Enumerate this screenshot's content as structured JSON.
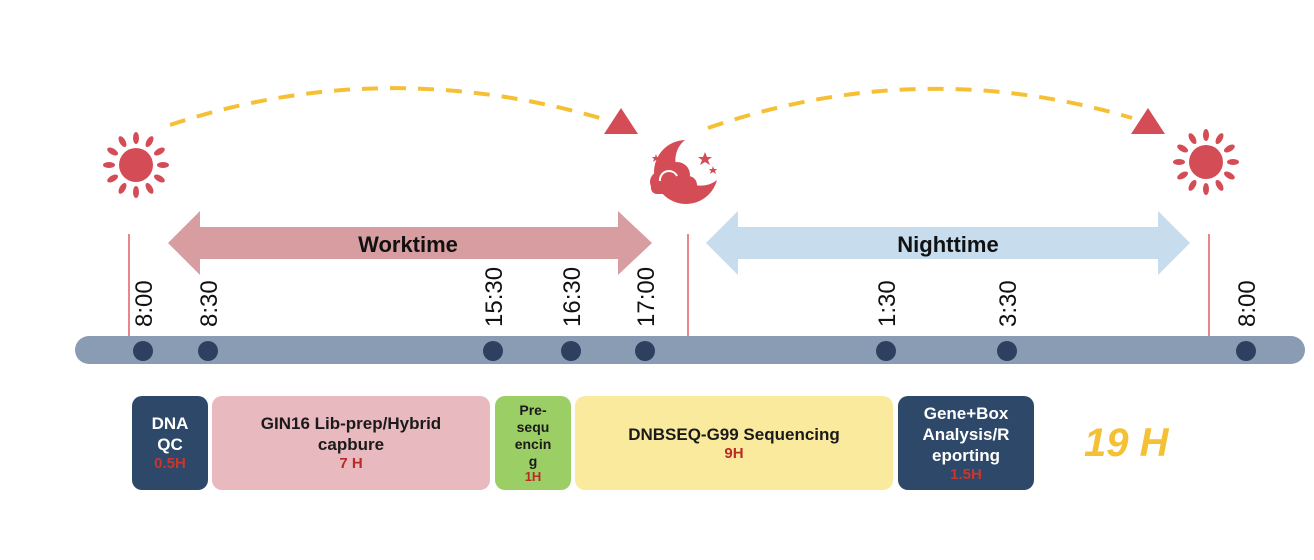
{
  "bands": {
    "worktime": {
      "label": "Worktime",
      "color": "#d89da1"
    },
    "nighttime": {
      "label": "Nighttime",
      "color": "#c7dcec"
    }
  },
  "timeline": {
    "axis_color": "#8a9bb4",
    "dot_color": "#2d4060",
    "marker_color": "#e5878b",
    "times": [
      "8:00",
      "8:30",
      "15:30",
      "16:30",
      "17:00",
      "1:30",
      "3:30",
      "8:00"
    ]
  },
  "icons": {
    "left": "sun-icon",
    "middle": "moon-cloud-icon",
    "right": "sun-icon",
    "color": "#d44d56",
    "arc_color": "#f5c034"
  },
  "steps": [
    {
      "label": "DNA QC",
      "lines": [
        "DNA",
        "QC"
      ],
      "duration": "0.5H",
      "bg": "#2d4868",
      "text_color": "#ffffff",
      "dur_color": "#c8362e"
    },
    {
      "label": "GIN16 Lib-prep/Hybrid capbure",
      "lines": [
        "GIN16 Lib-prep/Hybrid",
        "capbure"
      ],
      "duration": "7 H",
      "bg": "#e8b9bf",
      "text_color": "#1a1a1a",
      "dur_color": "#b92b27"
    },
    {
      "label": "Pre-sequencing",
      "lines": [
        "Pre-",
        "sequ",
        "encin",
        "g"
      ],
      "duration": "1H",
      "bg": "#9cce66",
      "text_color": "#1a1a1a",
      "dur_color": "#b92b27"
    },
    {
      "label": "DNBSEQ-G99 Sequencing",
      "lines": [
        "DNBSEQ-G99 Sequencing"
      ],
      "duration": "9H",
      "bg": "#faea9e",
      "text_color": "#1a1a1a",
      "dur_color": "#b92b27"
    },
    {
      "label": "Gene+Box Analysis/Reporting",
      "lines": [
        "Gene+Box",
        "Analysis/R",
        "eporting"
      ],
      "duration": "1.5H",
      "bg": "#2d4868",
      "text_color": "#ffffff",
      "dur_color": "#c8362e"
    }
  ],
  "total": {
    "label": "19 H",
    "color": "#f5c034"
  }
}
